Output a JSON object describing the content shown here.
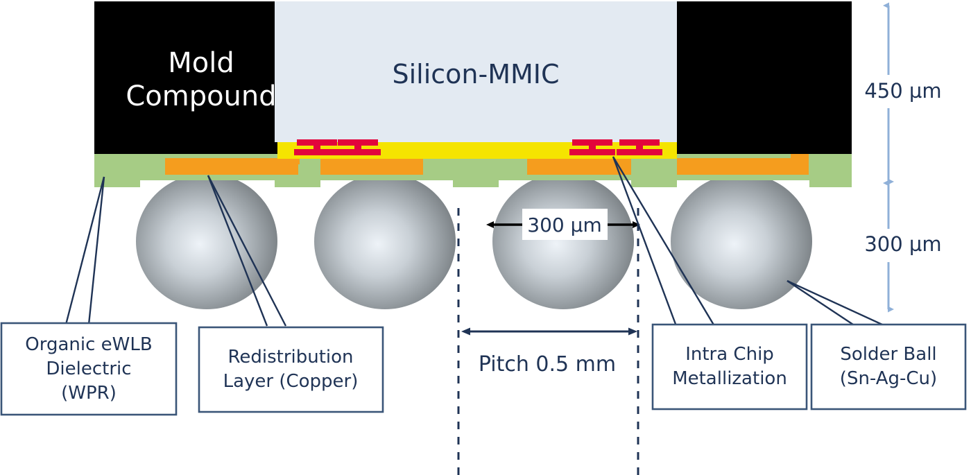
{
  "figure": {
    "kind": "cross-section-schematic",
    "subject": "eWLB fan-out wafer level package cross section"
  },
  "layers": {
    "mold": {
      "label_line1": "Mold",
      "label_line2": "Compound",
      "color": "#000000",
      "text_color": "#ffffff"
    },
    "die": {
      "label": "Silicon-MMIC",
      "color": "#e3eaf2",
      "text_color": "#1f3355"
    },
    "passivation": {
      "name": "chip-passivation",
      "color": "#f5e400"
    },
    "intra_chip_metal": {
      "name": "intra-chip-metallization",
      "color": "#e3053c"
    },
    "dielectric": {
      "name": "organic-ewlb-dielectric",
      "color": "#a6cc85"
    },
    "rdl": {
      "name": "redistribution-layer",
      "color": "#f59d1e"
    },
    "solder_ball": {
      "name": "solder-ball",
      "color_light": "#e8eef4",
      "color_dark": "#6e7478"
    }
  },
  "dimensions": {
    "vertical": [
      {
        "id": "mold-height",
        "value": "450 µm",
        "color": "#8fb0d8"
      },
      {
        "id": "ball-height",
        "value": "300 µm",
        "color": "#8fb0d8"
      }
    ],
    "ball_diameter": {
      "value": "300 µm",
      "color": "#000000"
    },
    "pitch": {
      "value": "Pitch 0.5 mm",
      "color": "#1f3355"
    }
  },
  "callouts": [
    {
      "id": "organic-ewlb-dielectric",
      "lines": [
        "Organic eWLB",
        "Dielectric",
        "(WPR)"
      ]
    },
    {
      "id": "redistribution-layer",
      "lines": [
        "Redistribution",
        "Layer (Copper)"
      ]
    },
    {
      "id": "intra-chip-metallization",
      "lines": [
        "Intra Chip",
        "Metallization"
      ]
    },
    {
      "id": "solder-ball",
      "lines": [
        "Solder Ball",
        "(Sn-Ag-Cu)"
      ]
    }
  ],
  "palette": {
    "navy": "#1f3355",
    "light_blue_arrow": "#8fb0d8",
    "box_border": "#3a5578",
    "box_fill": "#ffffff"
  }
}
